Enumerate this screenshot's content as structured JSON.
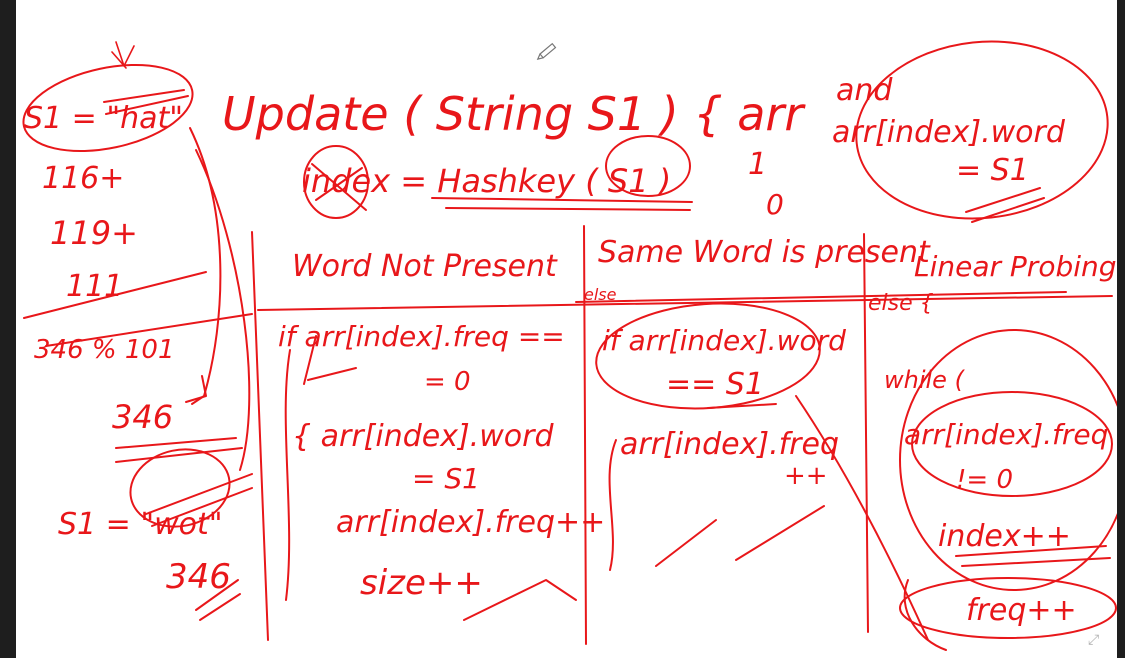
{
  "theme": {
    "ink_color": "#e8171a",
    "canvas_color": "#ffffff",
    "frame_color": "#1e1e1e"
  },
  "icons": {
    "cursor": "pencil-icon",
    "corner": "expand-icon"
  },
  "notes": {
    "s1_hat": "S1 = \"hat\"",
    "n116": "116+",
    "n119": "119+",
    "n111": "111",
    "mod": "346 % 101",
    "n346": "346",
    "s1_wot": "S1 = \"wot\"",
    "n346b": "346",
    "update_sig": "Update ( String S1 ) { arr",
    "index_line": "index = Hashkey ( S1 )",
    "one": "1",
    "zero": "0",
    "and_cond_1": "and",
    "and_cond_2": "arr[index].word",
    "and_cond_3": "= S1",
    "col1_head": "Word Not Present",
    "col2_head": "Same Word is present",
    "col3_head": "Linear Probing",
    "else_mark": "else",
    "else_mark2": "else {",
    "c1_if": "if arr[index].freq ==",
    "c1_eq0": "= 0",
    "c1_word": "{ arr[index].word",
    "c1_eqs1": "= S1",
    "c1_freq": "arr[index].freq++",
    "c1_size": "size++",
    "c2_if": "if arr[index].word",
    "c2_eq": "== S1",
    "c2_freq": "arr[index].freq",
    "c2_pp": "++",
    "c3_while": "while (",
    "c3_arr": "arr[index].freq",
    "c3_ne": "!= 0",
    "c3_index": "index++",
    "c3_freq": "freq++"
  }
}
